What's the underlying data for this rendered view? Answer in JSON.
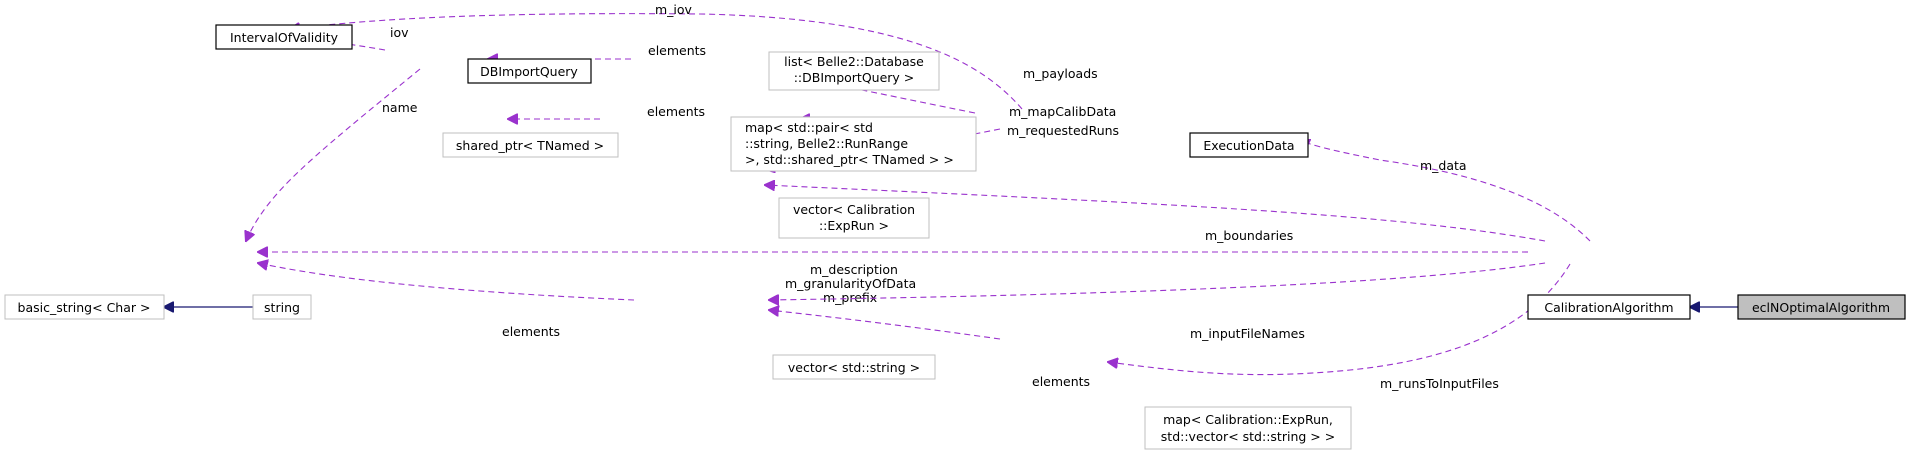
{
  "nodes": {
    "interval_of_validity": "IntervalOfValidity",
    "db_import_query": "DBImportQuery",
    "list_db_import_query": [
      "list< Belle2::Database",
      "::DBImportQuery >"
    ],
    "shared_ptr_tnamed": "shared_ptr< TNamed >",
    "map_run_range": [
      "map< std::pair< std",
      "::string, Belle2::RunRange",
      " >, std::shared_ptr< TNamed > >"
    ],
    "execution_data": "ExecutionData",
    "vector_exprun": [
      "vector< Calibration",
      "::ExpRun >"
    ],
    "basic_string": "basic_string< Char >",
    "string": "string",
    "calibration_algorithm": "CalibrationAlgorithm",
    "ecl_n_optimal_algorithm": "eclNOptimalAlgorithm",
    "vector_string": "vector< std::string >",
    "map_exprun_vector": [
      "map< Calibration::ExpRun,",
      "std::vector< std::string > >"
    ]
  },
  "edge_labels": {
    "m_iov": "m_iov",
    "iov": "iov",
    "elements_list": "elements",
    "m_payloads": "m_payloads",
    "name": "name",
    "elements_map": "elements",
    "m_mapCalibData": "m_mapCalibData",
    "m_requestedRuns": "m_requestedRuns",
    "m_data": "m_data",
    "m_boundaries": "m_boundaries",
    "string_members": [
      "m_description",
      "m_granularityOfData",
      "m_prefix"
    ],
    "elements_vector": "elements",
    "m_inputFileNames": "m_inputFileNames",
    "elements_map2": "elements",
    "m_runsToInputFiles": "m_runsToInputFiles"
  },
  "colors": {
    "member_edge": "#9a32cd",
    "inheritance_edge": "#191970",
    "external_border": "#bfbfbf",
    "focus_fill": "#bfbfbf"
  }
}
